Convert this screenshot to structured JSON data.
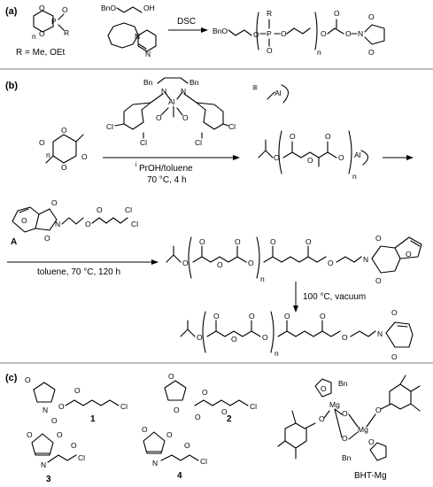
{
  "panels": {
    "a": {
      "label": "(a)",
      "n": "n",
      "monomer_atoms": [
        "O",
        "O",
        "P",
        "O",
        "R"
      ],
      "initiator": [
        "BnO",
        "OH"
      ],
      "r_def": "R = Me, OEt",
      "catalyst_n": "N",
      "arrow_label": "DSC",
      "product_atoms": [
        "BnO",
        "O",
        "P",
        "R",
        "O",
        "O",
        "O",
        "O",
        "O",
        "N",
        "O",
        "O",
        "O"
      ],
      "product_n": "n"
    },
    "b": {
      "label": "(b)",
      "cat_bn": [
        "Bn",
        "Bn"
      ],
      "cat_n": [
        "N",
        "N"
      ],
      "cat_al": "Al",
      "cat_cl": [
        "Cl",
        "Cl",
        "Cl",
        "Cl"
      ],
      "cat_o": [
        "O",
        "O"
      ],
      "equiv": "≡",
      "al_short": "Al",
      "lactide_n": "n",
      "lactide_o": [
        "O",
        "O",
        "O",
        "O"
      ],
      "cond_sup": "i",
      "cond1": "PrOH/toluene",
      "cond2": "70 °C, 4 h",
      "pla_al_n": "n",
      "compound_a": "A",
      "a_atoms": [
        "O",
        "O",
        "N",
        "O",
        "O",
        "O",
        "Cl"
      ],
      "cond3": "toluene, 70 °C, 120 h",
      "cond4": "100 °C, vacuum",
      "product1_n": "n",
      "product2_n": "n",
      "product_atoms": [
        "O",
        "O",
        "O",
        "O",
        "O",
        "O",
        "O",
        "O",
        "O",
        "O",
        "N",
        "O",
        "O"
      ]
    },
    "c": {
      "label": "(c)",
      "compounds": [
        "1",
        "2",
        "3",
        "4"
      ],
      "c_atoms": [
        "O",
        "N",
        "O",
        "O",
        "O",
        "Cl",
        "O",
        "O",
        "O",
        "O",
        "O",
        "Cl",
        "O",
        "N",
        "O",
        "O",
        "Cl",
        "O",
        "N",
        "O",
        "O",
        "Cl"
      ],
      "bht_mg": "BHT-Mg",
      "mg": [
        "Mg",
        "Mg"
      ],
      "bn": [
        "Bn",
        "Bn"
      ],
      "o_atoms": [
        "O",
        "O",
        "O",
        "O",
        "O",
        "O"
      ]
    }
  }
}
